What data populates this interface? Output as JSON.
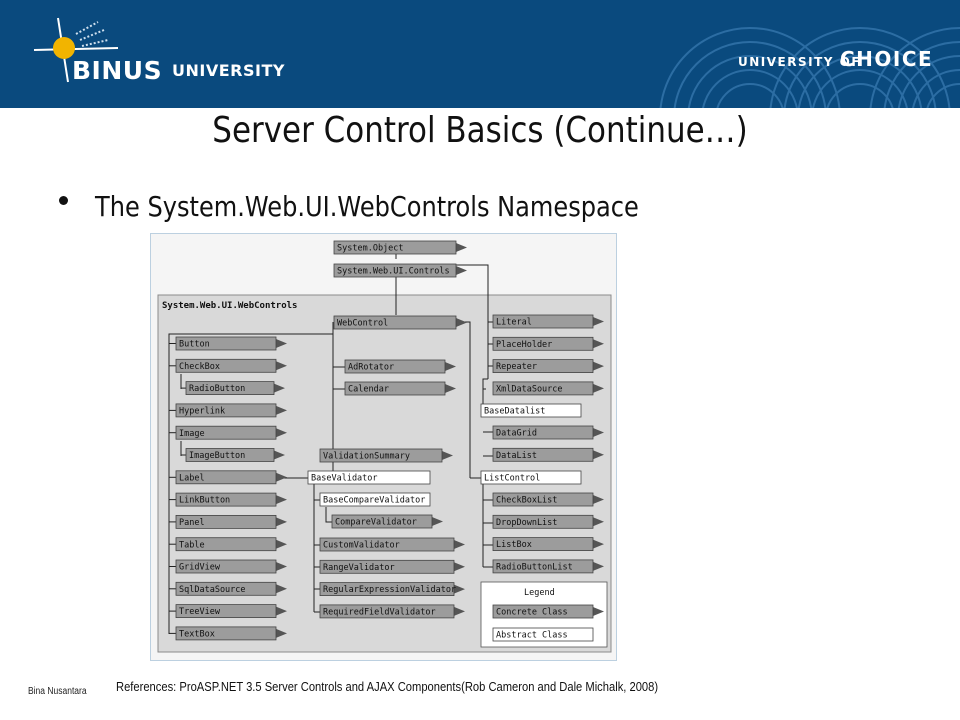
{
  "header": {
    "logo_name": "BINUS",
    "logo_suffix": "UNIVERSITY",
    "tagline_prefix": "UNIVERSITY OF",
    "tagline_emphasis": "CHOICE"
  },
  "slide": {
    "title": "Server Control Basics (Continue…)",
    "bullet": "The System.Web.UI.WebControls Namespace"
  },
  "diagram": {
    "namespace_label": "System.Web.UI.WebControls",
    "top_nodes": [
      "System.Object",
      "System.Web.UI.Controls"
    ],
    "webcontrol": "WebControl",
    "left_column": [
      "Button",
      "CheckBox",
      "RadioButton",
      "Hyperlink",
      "Image",
      "ImageButton",
      "Label",
      "LinkButton",
      "Panel",
      "Table",
      "GridView",
      "SqlDataSource",
      "TreeView",
      "TextBox"
    ],
    "middle_column": [
      "AdRotator",
      "Calendar",
      "ValidationSummary"
    ],
    "validator_base": "BaseValidator",
    "validator_column": [
      "BaseCompareValidator",
      "CompareValidator",
      "CustomValidator",
      "RangeValidator",
      "RegularExpressionValidator",
      "RequiredFieldValidator"
    ],
    "right_column": [
      "Literal",
      "PlaceHolder",
      "Repeater",
      "XmlDataSource"
    ],
    "base_datalist": "BaseDatalist",
    "datalist_children": [
      "DataGrid",
      "DataList"
    ],
    "list_control": "ListControl",
    "list_children": [
      "CheckBoxList",
      "DropDownList",
      "ListBox",
      "RadioButtonList"
    ],
    "legend": {
      "title": "Legend",
      "concrete": "Concrete Class",
      "abstract": "Abstract Class"
    }
  },
  "footer": {
    "author": "Bina Nusantara",
    "reference": "References: ProASP.NET 3.5 Server Controls and AJAX Components(Rob Cameron and Dale Michalk, 2008)"
  }
}
